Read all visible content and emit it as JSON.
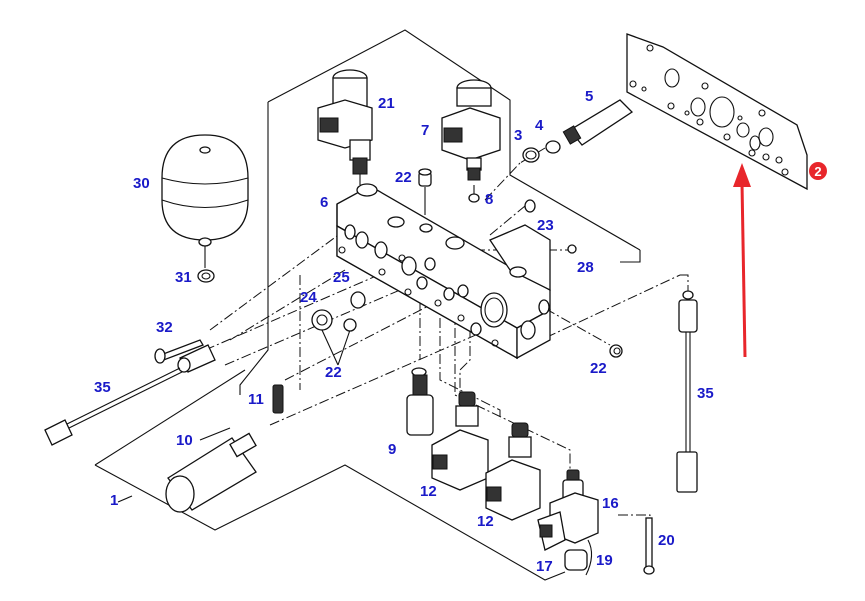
{
  "diagram": {
    "title": "Hydraulic valve block exploded parts diagram",
    "label_color": "#1a1ac8",
    "highlight_color": "#e8262b",
    "callouts": [
      {
        "id": "c1",
        "text": "1"
      },
      {
        "id": "c3",
        "text": "3"
      },
      {
        "id": "c4",
        "text": "4"
      },
      {
        "id": "c5",
        "text": "5"
      },
      {
        "id": "c6",
        "text": "6"
      },
      {
        "id": "c7",
        "text": "7"
      },
      {
        "id": "c8",
        "text": "8"
      },
      {
        "id": "c9",
        "text": "9"
      },
      {
        "id": "c10",
        "text": "10"
      },
      {
        "id": "c11",
        "text": "11"
      },
      {
        "id": "c12a",
        "text": "12"
      },
      {
        "id": "c12b",
        "text": "12"
      },
      {
        "id": "c16",
        "text": "16"
      },
      {
        "id": "c17",
        "text": "17"
      },
      {
        "id": "c19",
        "text": "19"
      },
      {
        "id": "c20",
        "text": "20"
      },
      {
        "id": "c21",
        "text": "21"
      },
      {
        "id": "c22a",
        "text": "22"
      },
      {
        "id": "c22b",
        "text": "22"
      },
      {
        "id": "c22c",
        "text": "22"
      },
      {
        "id": "c23",
        "text": "23"
      },
      {
        "id": "c24",
        "text": "24"
      },
      {
        "id": "c25",
        "text": "25"
      },
      {
        "id": "c28",
        "text": "28"
      },
      {
        "id": "c30",
        "text": "30"
      },
      {
        "id": "c31",
        "text": "31"
      },
      {
        "id": "c32",
        "text": "32"
      },
      {
        "id": "c35a",
        "text": "35"
      },
      {
        "id": "c35b",
        "text": "35"
      }
    ],
    "highlight": {
      "badge_text": "2",
      "target_part": "gasket plate",
      "arrow_icon": "arrow-up-icon"
    }
  }
}
